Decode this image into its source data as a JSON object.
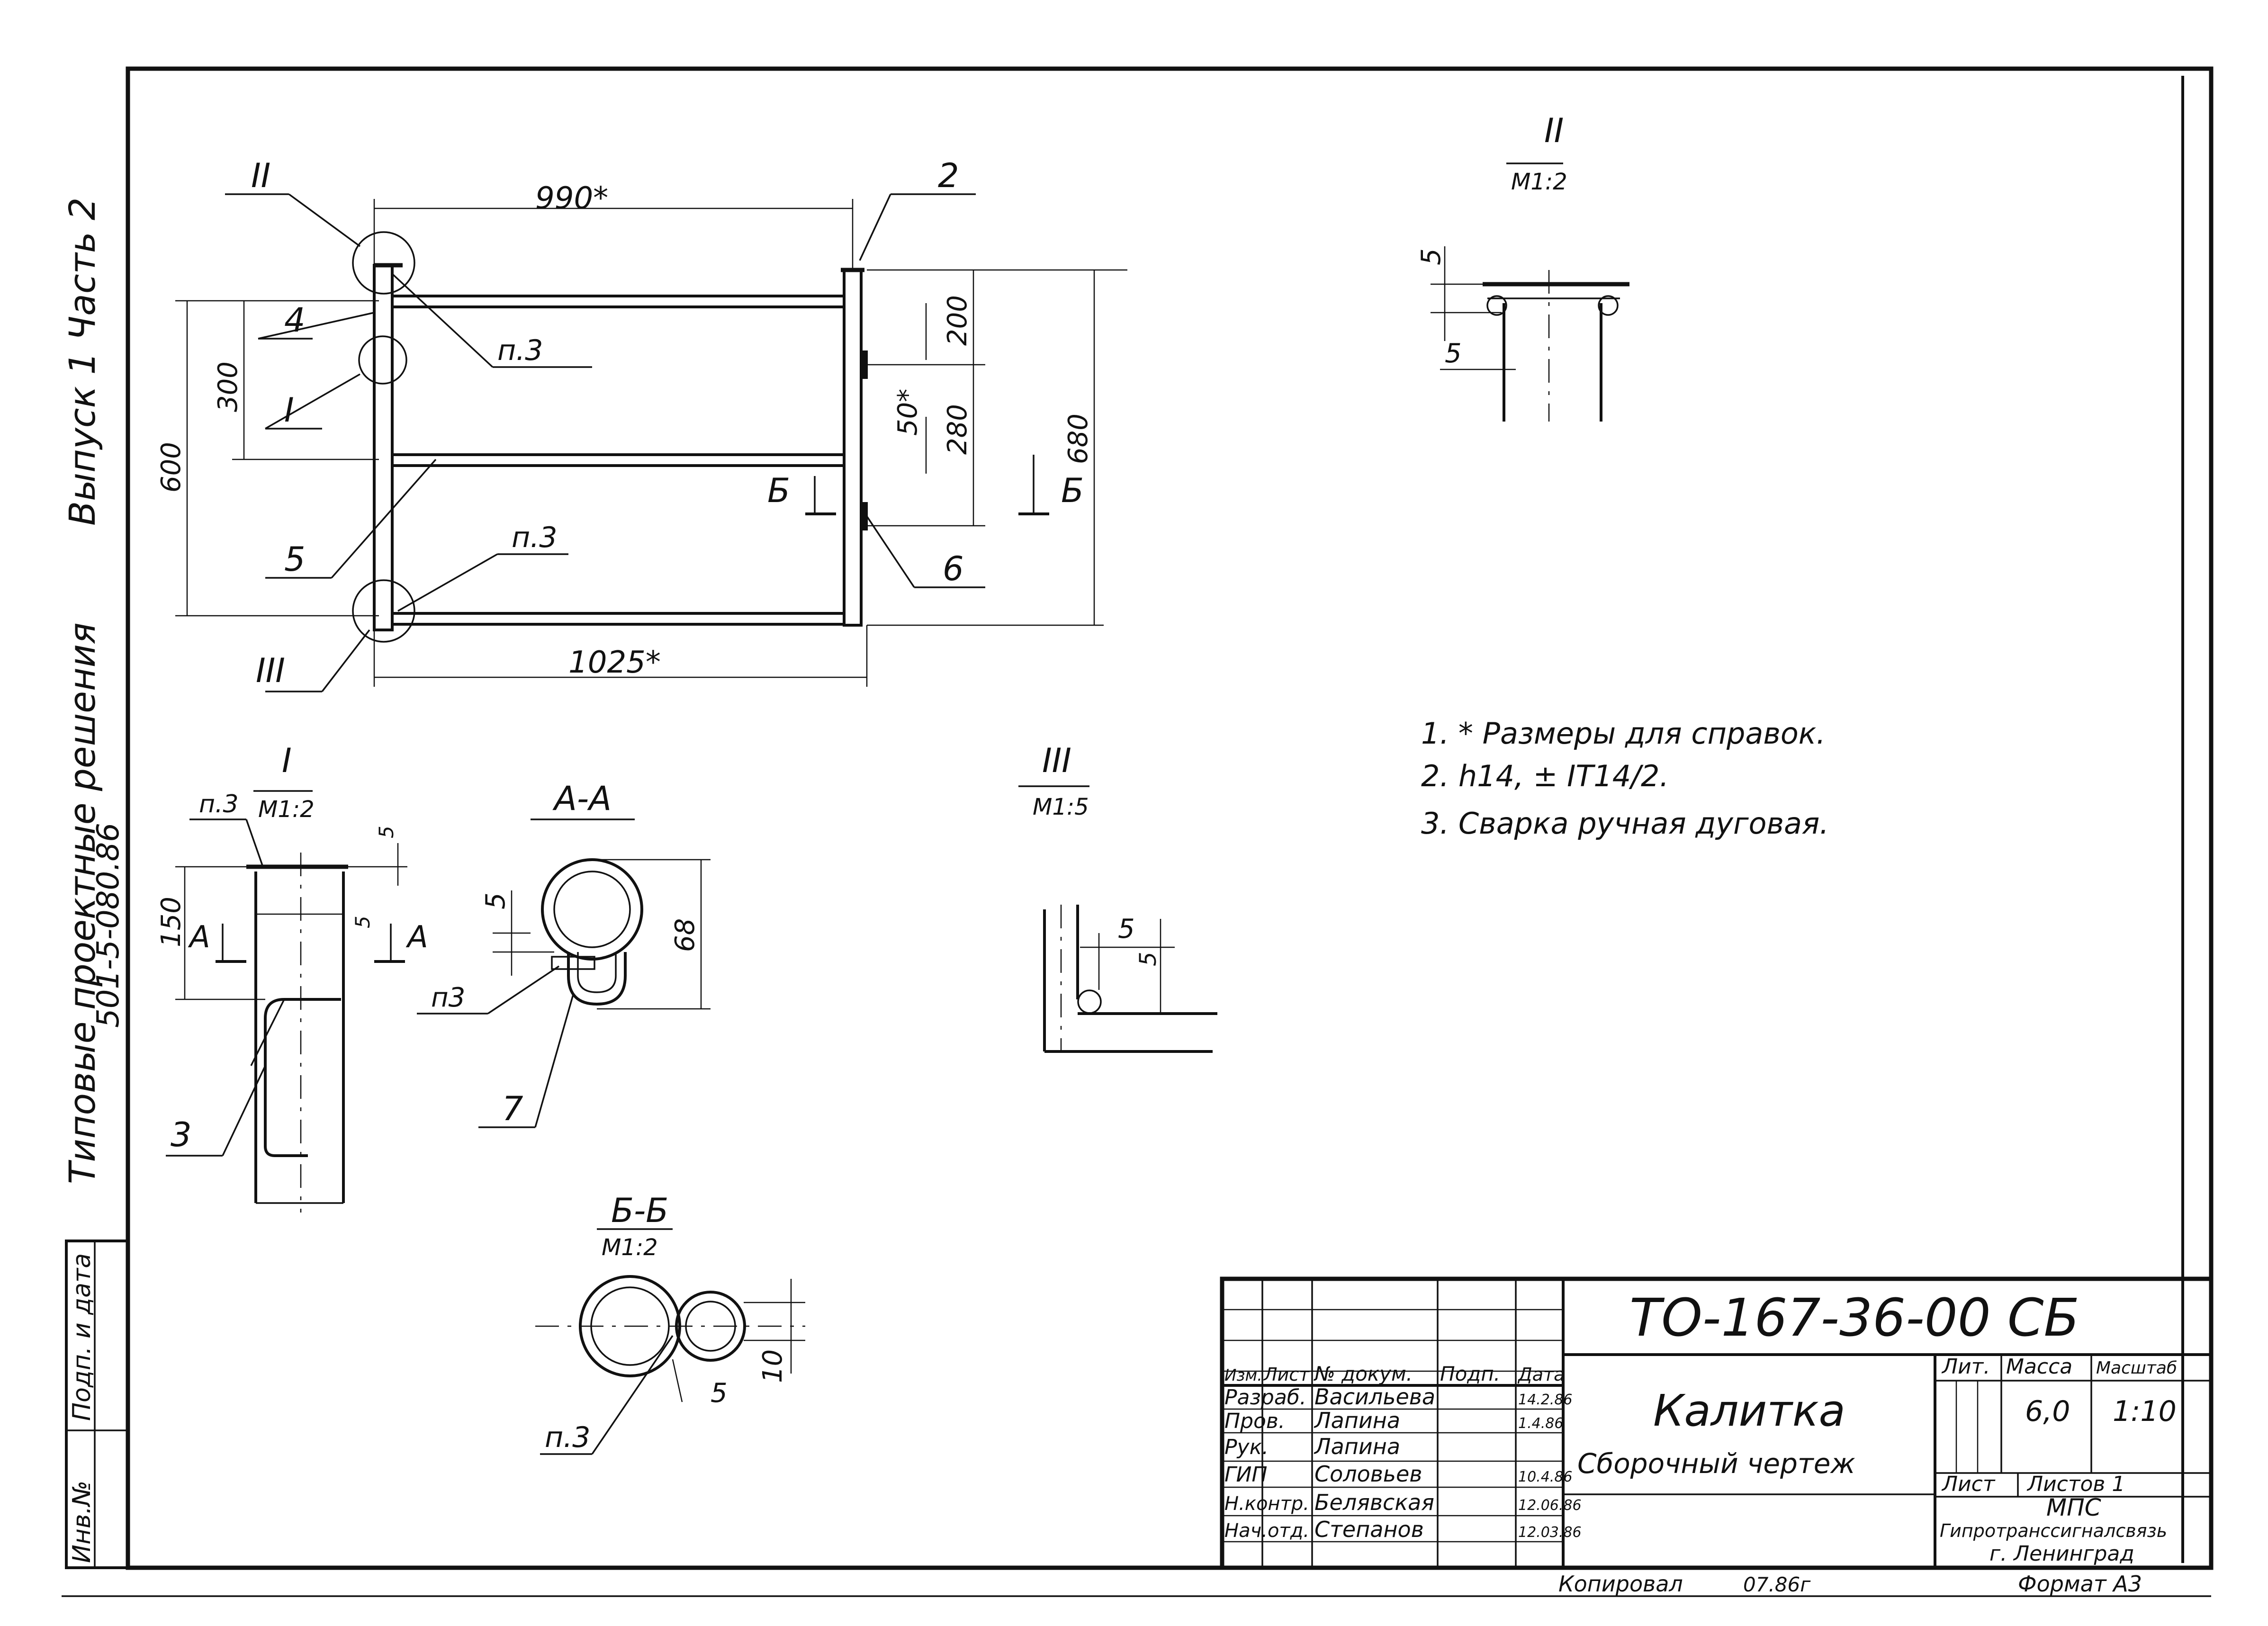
{
  "main_view": {
    "dim_990": "990*",
    "dim_1025": "1025*",
    "dim_600": "600",
    "dim_300": "300",
    "dim_200": "200",
    "dim_50": "50*",
    "dim_280": "280",
    "dim_680": "680",
    "section_mark": "Б",
    "callout_II": "II",
    "callout_I": "I",
    "callout_III": "III",
    "pos_2": "2",
    "pos_4": "4",
    "pos_5": "5",
    "pos_6": "6",
    "pos_p3_top": "п.3",
    "pos_p3_bottom": "п.3"
  },
  "detail_I": {
    "title": "I",
    "scale": "М1:2",
    "p3": "п.3",
    "dim_150": "150",
    "dim_5": "5",
    "dim_5b": "5",
    "cut": "A",
    "pos_3": "3"
  },
  "section_AA": {
    "title": "А-А",
    "dim_5": "5",
    "dim_68": "68",
    "p3": "п3",
    "pos_7": "7"
  },
  "detail_II": {
    "title": "II",
    "scale": "М1:2",
    "dim_5a": "5",
    "dim_5b": "5"
  },
  "detail_III": {
    "title": "III",
    "scale": "М1:5",
    "dim_5a": "5",
    "dim_5b": "5"
  },
  "section_BB": {
    "title": "Б-Б",
    "scale": "М1:2",
    "dim_5": "5",
    "dim_10": "10",
    "p3": "п.3"
  },
  "notes": [
    "1. * Размеры для справок.",
    "2. h14, ± IT14/2.",
    "3. Сварка ручная дуговая."
  ],
  "side_binding": {
    "line1": "Типовые проектные решения",
    "line2": "501-5-080.86",
    "line3": "Выпуск 1  Часть 2"
  },
  "stamp_left": {
    "podp": "Подп. и дата",
    "inv": "Инв.№"
  },
  "title_block": {
    "doc_number": "ТО-167-36-00 СБ",
    "name": "Калитка",
    "doc_type": "Сборочный чертеж",
    "head": [
      "Изм.",
      "Лист",
      "№ докум.",
      "Подп.",
      "Дата"
    ],
    "rows": [
      {
        "role": "Разраб.",
        "name": "Васильева",
        "date": "14.2.86"
      },
      {
        "role": "Пров.",
        "name": "Лапина",
        "date": "1.4.86"
      },
      {
        "role": "Рук.",
        "name": "Лапина",
        "date": ""
      },
      {
        "role": "ГИП",
        "name": "Соловьев",
        "date": "10.4.86"
      },
      {
        "role": "Н.контр.",
        "name": "Белявская",
        "date": "12.06.86"
      },
      {
        "role": "Нач.отд.",
        "name": "Степанов",
        "date": "12.03.86"
      }
    ],
    "lit_label": "Лит.",
    "mass_label": "Масса",
    "scale_label": "Масштаб",
    "mass": "6,0",
    "scale": "1:10",
    "sheet_label": "Лист",
    "sheets_label": "Листов 1",
    "org1": "МПС",
    "org2": "Гипротранссигналсвязь",
    "org3": "г. Ленинград",
    "copied": "Копировал",
    "copied_date": "07.86г",
    "format": "Формат А3"
  }
}
